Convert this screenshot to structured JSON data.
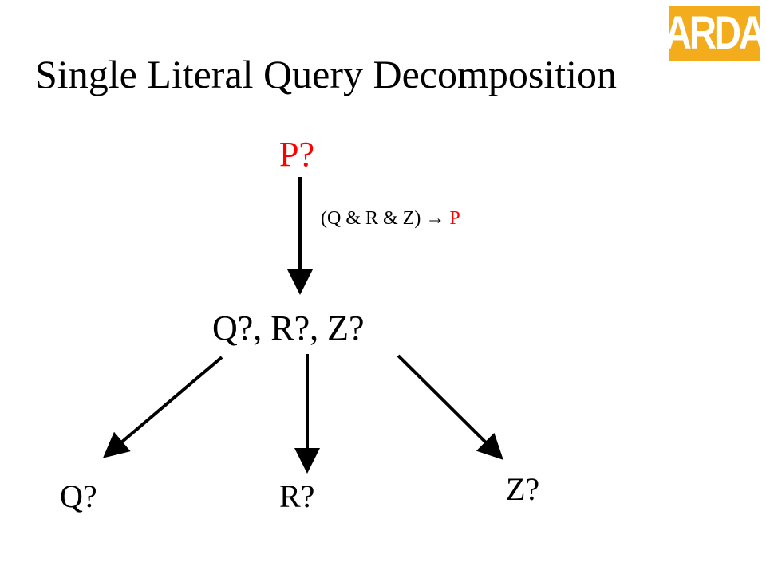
{
  "title": "Single Literal Query Decomposition",
  "logo": {
    "text": "ARDA",
    "color": "#f2ac1c"
  },
  "colors": {
    "highlight": "#ff0000",
    "text": "#000000"
  },
  "nodes": {
    "goal": "P?",
    "subgoals": "Q?, R?, Z?",
    "leaf_q": "Q?",
    "leaf_r": "R?",
    "leaf_z": "Z?"
  },
  "rule": {
    "antecedent": "(Q & R & Z)",
    "arrow": "→",
    "consequent": "P"
  },
  "edges": [
    {
      "from": "goal",
      "to": "subgoals"
    },
    {
      "from": "subgoals",
      "to": "leaf_q"
    },
    {
      "from": "subgoals",
      "to": "leaf_r"
    },
    {
      "from": "subgoals",
      "to": "leaf_z"
    }
  ]
}
